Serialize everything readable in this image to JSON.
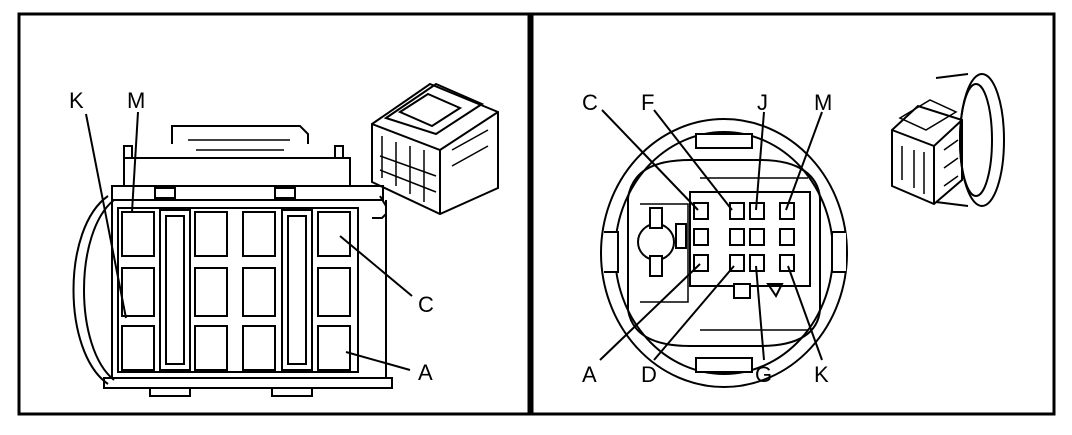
{
  "left_panel": {
    "labels": {
      "k": "K",
      "m": "M",
      "c": "C",
      "a": "A"
    }
  },
  "right_panel": {
    "labels": {
      "c": "C",
      "f": "F",
      "j": "J",
      "m": "M",
      "a": "A",
      "d": "D",
      "g": "G",
      "k": "K"
    }
  }
}
